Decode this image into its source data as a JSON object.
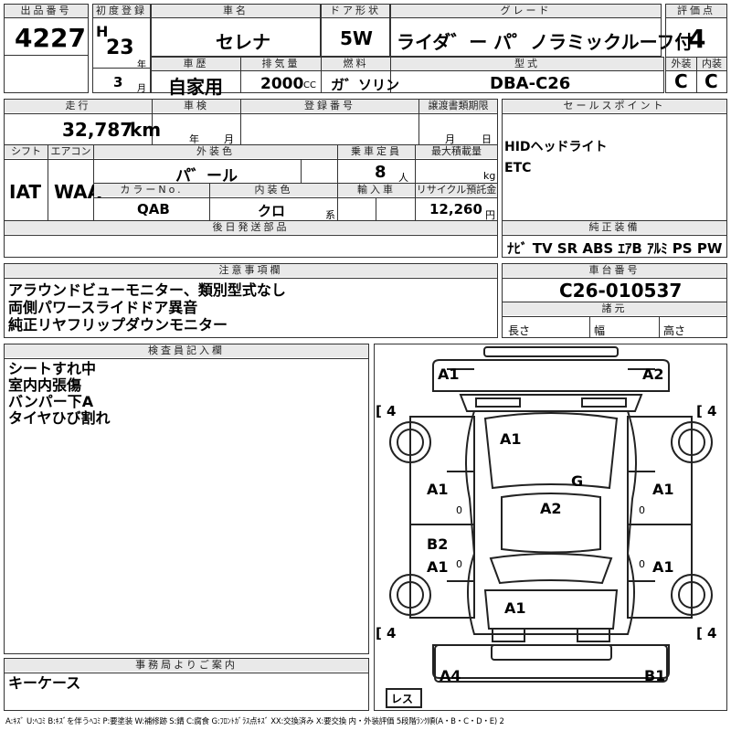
{
  "header": {
    "lot_label": "出品番号",
    "lot_value": "4227",
    "first_reg_label": "初度登録",
    "era": "H",
    "year": "23",
    "year_unit": "年",
    "month": "3",
    "month_unit": "月",
    "car_name_label": "車名",
    "car_name": "セレナ",
    "door_label": "ドア形状",
    "door": "5W",
    "grade_label": "グレード",
    "grade": "ライダ゛ー パ゜ノラミックルーフ付",
    "score_label": "評価点",
    "score": "4",
    "history_label": "車歴",
    "history": "自家用",
    "disp_label": "排気量",
    "disp": "2000",
    "disp_unit": "CC",
    "fuel_label": "燃料",
    "fuel": "ガ゛ソリン",
    "model_label": "型式",
    "model": "DBA-C26",
    "ext_label": "外装",
    "ext": "C",
    "int_label": "内装",
    "int": "C"
  },
  "row2": {
    "mileage_label": "走行",
    "mileage": "32,787",
    "mileage_unit": "km",
    "inspection_label": "車検",
    "insp_year_unit": "年",
    "insp_month_unit": "月",
    "reg_no_label": "登録番号",
    "transfer_label": "譲渡書類期限",
    "transfer_month_unit": "月",
    "transfer_day_unit": "日",
    "shift_label": "シフト",
    "shift": "IAT",
    "ac_label": "エアコン",
    "ac": "WAA",
    "color_label": "外装色",
    "color": "パ゛ール",
    "capacity_label": "乗車定員",
    "capacity": "8",
    "capacity_unit": "人",
    "load_label": "最大積載量",
    "load_unit": "kg",
    "color_no_label": "カラーNo.",
    "color_no": "QAB",
    "int_color_label": "内装色",
    "int_color": "クロ",
    "int_color_suffix": "系",
    "import_label": "輸入車",
    "recycle_label": "リサイクル預託金",
    "recycle": "12,260",
    "recycle_unit": "円",
    "later_parts_label": "後日発送部品"
  },
  "sales": {
    "label": "セールスポイント",
    "lines": [
      "HIDヘッドライト",
      "ETC"
    ],
    "equip_label": "純正装備",
    "equip": "ﾅﾋﾞ TV SR ABS ｴｱB ｱﾙﾐ PS PW"
  },
  "notes": {
    "label": "注意事項欄",
    "lines": [
      "アラウンドビューモニター、類別型式なし",
      "両側パワースライドドア異音",
      "純正リヤフリップダウンモニター"
    ]
  },
  "chassis": {
    "label": "車台番号",
    "value": "C26-010537",
    "dims_label": "諸元",
    "length": "長さ",
    "width": "幅",
    "height": "高さ"
  },
  "inspector": {
    "label": "検査員記入欄",
    "lines": [
      "シートすれ中",
      "室内内張傷",
      "バンパー下A",
      "タイヤひび割れ"
    ]
  },
  "office": {
    "label": "事務局よりご案内",
    "text": "キーケース"
  },
  "diagram": {
    "marks": [
      "A1",
      "A2",
      "A1",
      "G",
      "A1",
      "A1",
      "A2",
      "B2",
      "A1",
      "A1",
      "A1",
      "A4",
      "B1"
    ],
    "tires": [
      "4",
      "4",
      "4",
      "4"
    ],
    "zero": "0",
    "spare": "レス"
  },
  "legend": "A:ｷｽﾞ U:ﾍｺﾐ B:ｷｽﾞを伴うﾍｺﾐ P:要塗装 W:補修跡 S:錆 C:腐食 G:ﾌﾛﾝﾄｶﾞﾗｽ点ｷｽﾞ XX:交換済み X:要交換 内・外装評価 5段階ﾗﾝｸ順(A・B・C・D・E) 2"
}
